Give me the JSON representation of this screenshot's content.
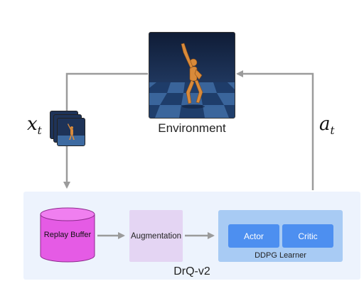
{
  "environment": {
    "label": "Environment"
  },
  "observation": {
    "symbol": "x",
    "subscript": "t"
  },
  "action": {
    "symbol": "a",
    "subscript": "t"
  },
  "pipeline": {
    "title": "DrQ-v2",
    "replay_buffer": "Replay Buffer",
    "augmentation": "Augmentation",
    "learner": {
      "label": "DDPG Learner",
      "actor": "Actor",
      "critic": "Critic"
    }
  },
  "colors": {
    "panel": "#edf3fd",
    "replay_buffer": "#e55be5",
    "augmentation": "#e4d5f3",
    "learner": "#a8cbf4",
    "learner_buttons": "#4d8ff0",
    "arrows": "#9b9b9b"
  }
}
